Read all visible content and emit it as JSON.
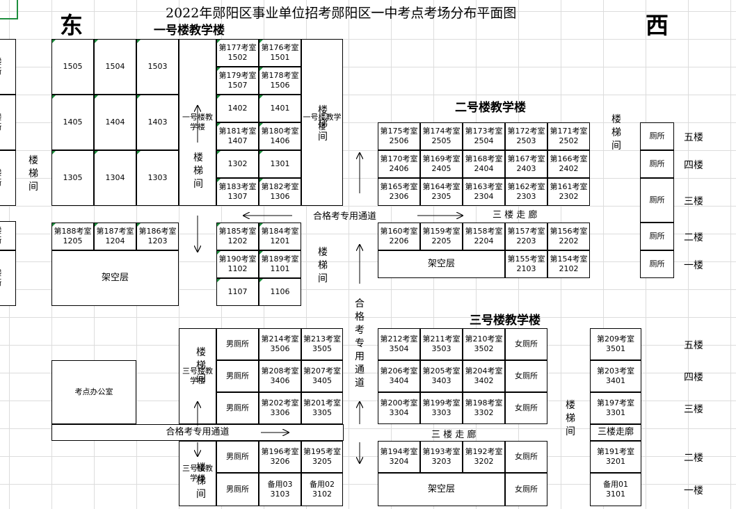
{
  "title": "2022年郧阳区事业单位招考郧阳区一中考点考场分布平面图",
  "directions": {
    "east": "东",
    "west": "西"
  },
  "building1": {
    "name": "一号楼教学楼",
    "stairs_label": "楼梯间",
    "stilt_floor": "架空层",
    "left_grid": [
      [
        "1505",
        "1504",
        "1503"
      ],
      [
        "1405",
        "1404",
        "1403"
      ],
      [
        "1305",
        "1304",
        "1303"
      ]
    ],
    "right_grid": [
      [
        [
          "第177考室",
          "1502"
        ],
        [
          "第176考室",
          "1501"
        ]
      ],
      [
        [
          "第179考室",
          "1507"
        ],
        [
          "第178考室",
          "1506"
        ]
      ],
      [
        [
          "1402"
        ],
        [
          "1401"
        ]
      ],
      [
        [
          "第181考室",
          "1407"
        ],
        [
          "第180考室",
          "1406"
        ]
      ],
      [
        [
          "1302"
        ],
        [
          "1301"
        ]
      ],
      [
        [
          "第183考室",
          "1307"
        ],
        [
          "第182考室",
          "1306"
        ]
      ]
    ],
    "lower_left": [
      [
        "第188考室",
        "1205"
      ],
      [
        "第187考室",
        "1204"
      ],
      [
        "第186考室",
        "1203"
      ]
    ],
    "lower_right": [
      [
        [
          "第185考室",
          "1202"
        ],
        [
          "第184考室",
          "1201"
        ]
      ],
      [
        [
          "第190考室",
          "1102"
        ],
        [
          "第189考室",
          "1101"
        ]
      ],
      [
        [
          "1107"
        ],
        [
          "1106"
        ]
      ]
    ]
  },
  "building2": {
    "name": "二号楼教学楼",
    "stairs_label": "楼梯间",
    "stilt_floor": "架空层",
    "corridor": "三 楼 走 廊",
    "upper": [
      [
        [
          "第175考室",
          "2506"
        ],
        [
          "第174考室",
          "2505"
        ],
        [
          "第173考室",
          "2504"
        ],
        [
          "第172考室",
          "2503"
        ],
        [
          "第171考室",
          "2502"
        ]
      ],
      [
        [
          "第170考室",
          "2406"
        ],
        [
          "第169考室",
          "2405"
        ],
        [
          "第168考室",
          "2404"
        ],
        [
          "第167考室",
          "2403"
        ],
        [
          "第166考室",
          "2402"
        ]
      ],
      [
        [
          "第165考室",
          "2306"
        ],
        [
          "第164考室",
          "2305"
        ],
        [
          "第163考室",
          "2304"
        ],
        [
          "第162考室",
          "2303"
        ],
        [
          "第161考室",
          "2302"
        ]
      ]
    ],
    "second": [
      [
        "第160考室",
        "2206"
      ],
      [
        "第159考室",
        "2205"
      ],
      [
        "第158考室",
        "2204"
      ],
      [
        "第157考室",
        "2203"
      ],
      [
        "第156考室",
        "2202"
      ]
    ],
    "first": [
      [
        "第155考室",
        "2103"
      ],
      [
        "第154考室",
        "2102"
      ]
    ],
    "toilets": [
      "厕所",
      "厕所",
      "厕所",
      "厕所",
      "厕所"
    ],
    "floors": [
      "五楼",
      "四楼",
      "三楼",
      "二楼",
      "一楼"
    ]
  },
  "building3": {
    "name": "三号楼教学楼",
    "stairs_label": "楼梯间",
    "stilt_floor": "架空层",
    "male_toilet": "男厕所",
    "female_toilet": "女厕所",
    "corridor": "三 楼 走 廊",
    "corridor_right": "三楼走廓",
    "left_rooms": [
      [
        [
          "第214考室",
          "3506"
        ],
        [
          "第213考室",
          "3505"
        ]
      ],
      [
        [
          "第208考室",
          "3406"
        ],
        [
          "第207考室",
          "3405"
        ]
      ],
      [
        [
          "第202考室",
          "3306"
        ],
        [
          "第201考室",
          "3305"
        ]
      ],
      [
        [
          "第196考室",
          "3206"
        ],
        [
          "第195考室",
          "3205"
        ]
      ],
      [
        [
          "备用03",
          "3103"
        ],
        [
          "备用02",
          "3102"
        ]
      ]
    ],
    "mid_rooms": [
      [
        [
          "第212考室",
          "3504"
        ],
        [
          "第211考室",
          "3503"
        ],
        [
          "第210考室",
          "3502"
        ]
      ],
      [
        [
          "第206考室",
          "3404"
        ],
        [
          "第205考室",
          "3403"
        ],
        [
          "第204考室",
          "3402"
        ]
      ],
      [
        [
          "第200考室",
          "3304"
        ],
        [
          "第199考室",
          "3303"
        ],
        [
          "第198考室",
          "3302"
        ]
      ],
      [
        [
          "第194考室",
          "3204"
        ],
        [
          "第193考室",
          "3203"
        ],
        [
          "第192考室",
          "3202"
        ]
      ]
    ],
    "right_rooms": [
      [
        "第209考室",
        "3501"
      ],
      [
        "第203考室",
        "3401"
      ],
      [
        "第197考室",
        "3301"
      ],
      [
        "第191考室",
        "3201"
      ],
      [
        "备用01",
        "3101"
      ]
    ],
    "floors": [
      "五楼",
      "四楼",
      "三楼",
      "二楼",
      "一楼"
    ]
  },
  "left_partial": [
    {
      "lines": [
        "五楼",
        "厕所"
      ]
    },
    {
      "lines": [
        "四楼",
        "厕所"
      ]
    },
    {
      "lines": [
        "三楼",
        "厕所"
      ]
    },
    {
      "lines": [
        "二楼",
        "厕所"
      ]
    },
    {
      "lines": [
        "一楼",
        "厕所"
      ]
    }
  ],
  "office": "考点办公室",
  "passage": "合格考专用通道"
}
